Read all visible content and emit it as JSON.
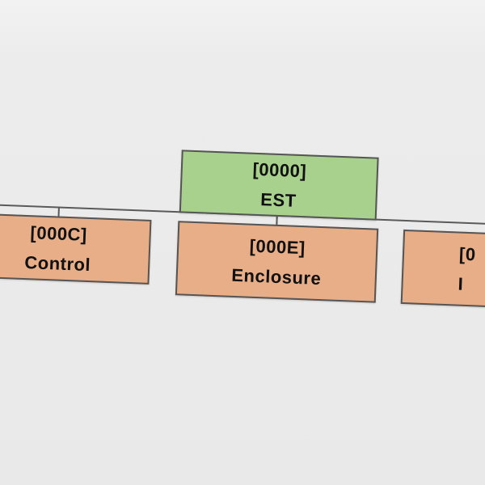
{
  "colors": {
    "root_fill": "#a9d18e",
    "child_fill": "#e8ae87"
  },
  "diagram": {
    "root": {
      "code": "[0000]",
      "label": "EST"
    },
    "children": [
      {
        "code": "[000C]",
        "label": "Control"
      },
      {
        "code": "[000E]",
        "label": "Enclosure"
      },
      {
        "code": "[0",
        "label": "I"
      }
    ]
  }
}
